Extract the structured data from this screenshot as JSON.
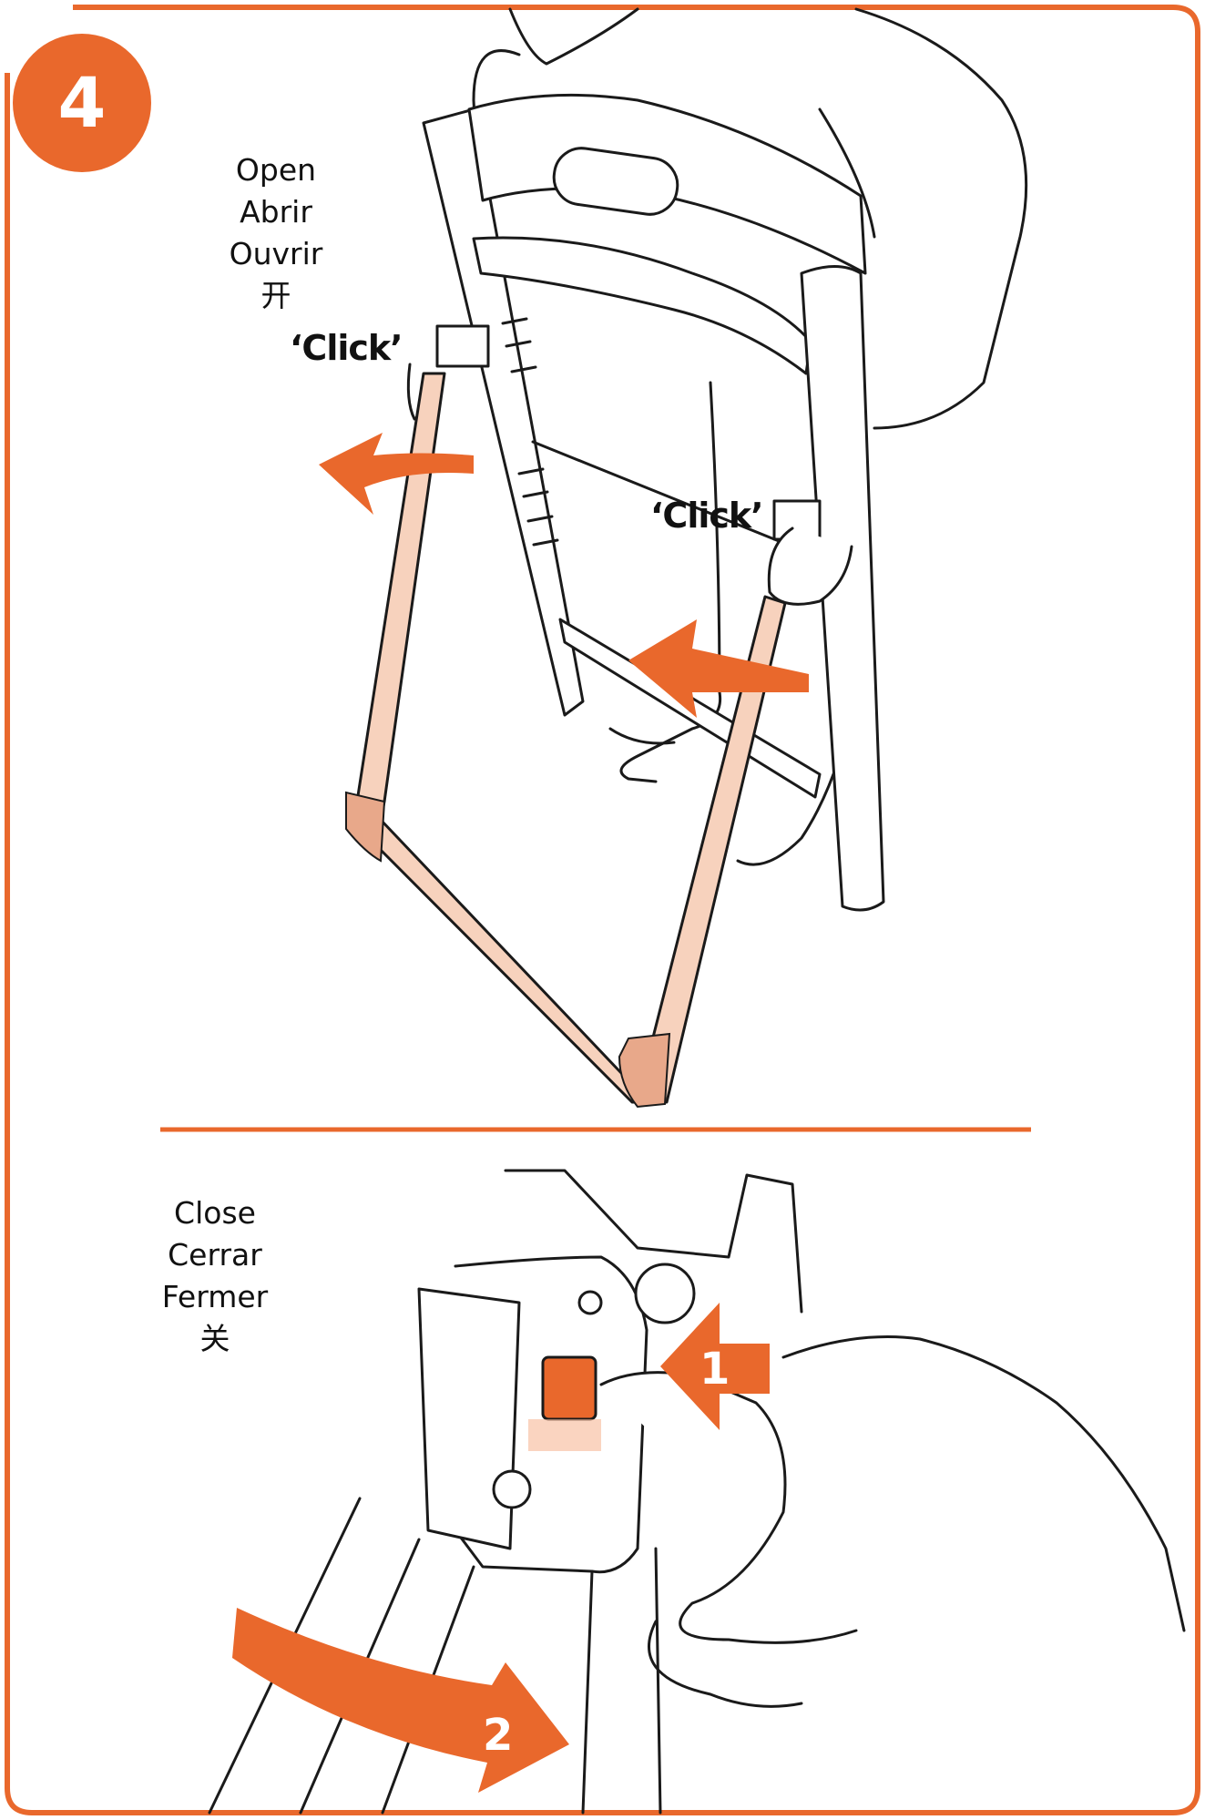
{
  "step": {
    "number": "4"
  },
  "open": {
    "en": "Open",
    "es": "Abrir",
    "fr": "Ouvrir",
    "zh": "开"
  },
  "close": {
    "en": "Close",
    "es": "Cerrar",
    "fr": "Fermer",
    "zh": "关"
  },
  "click_labels": [
    "‘Click’",
    "‘Click’"
  ],
  "sequence": [
    "1",
    "2"
  ],
  "colors": {
    "accent": "#e9682c",
    "leg": "#f7d2bd",
    "line": "#1a1a1a"
  },
  "icons": [
    "arrow-left-icon",
    "arrow-left-icon",
    "arrow-left-icon",
    "arrow-right-curved-icon"
  ]
}
